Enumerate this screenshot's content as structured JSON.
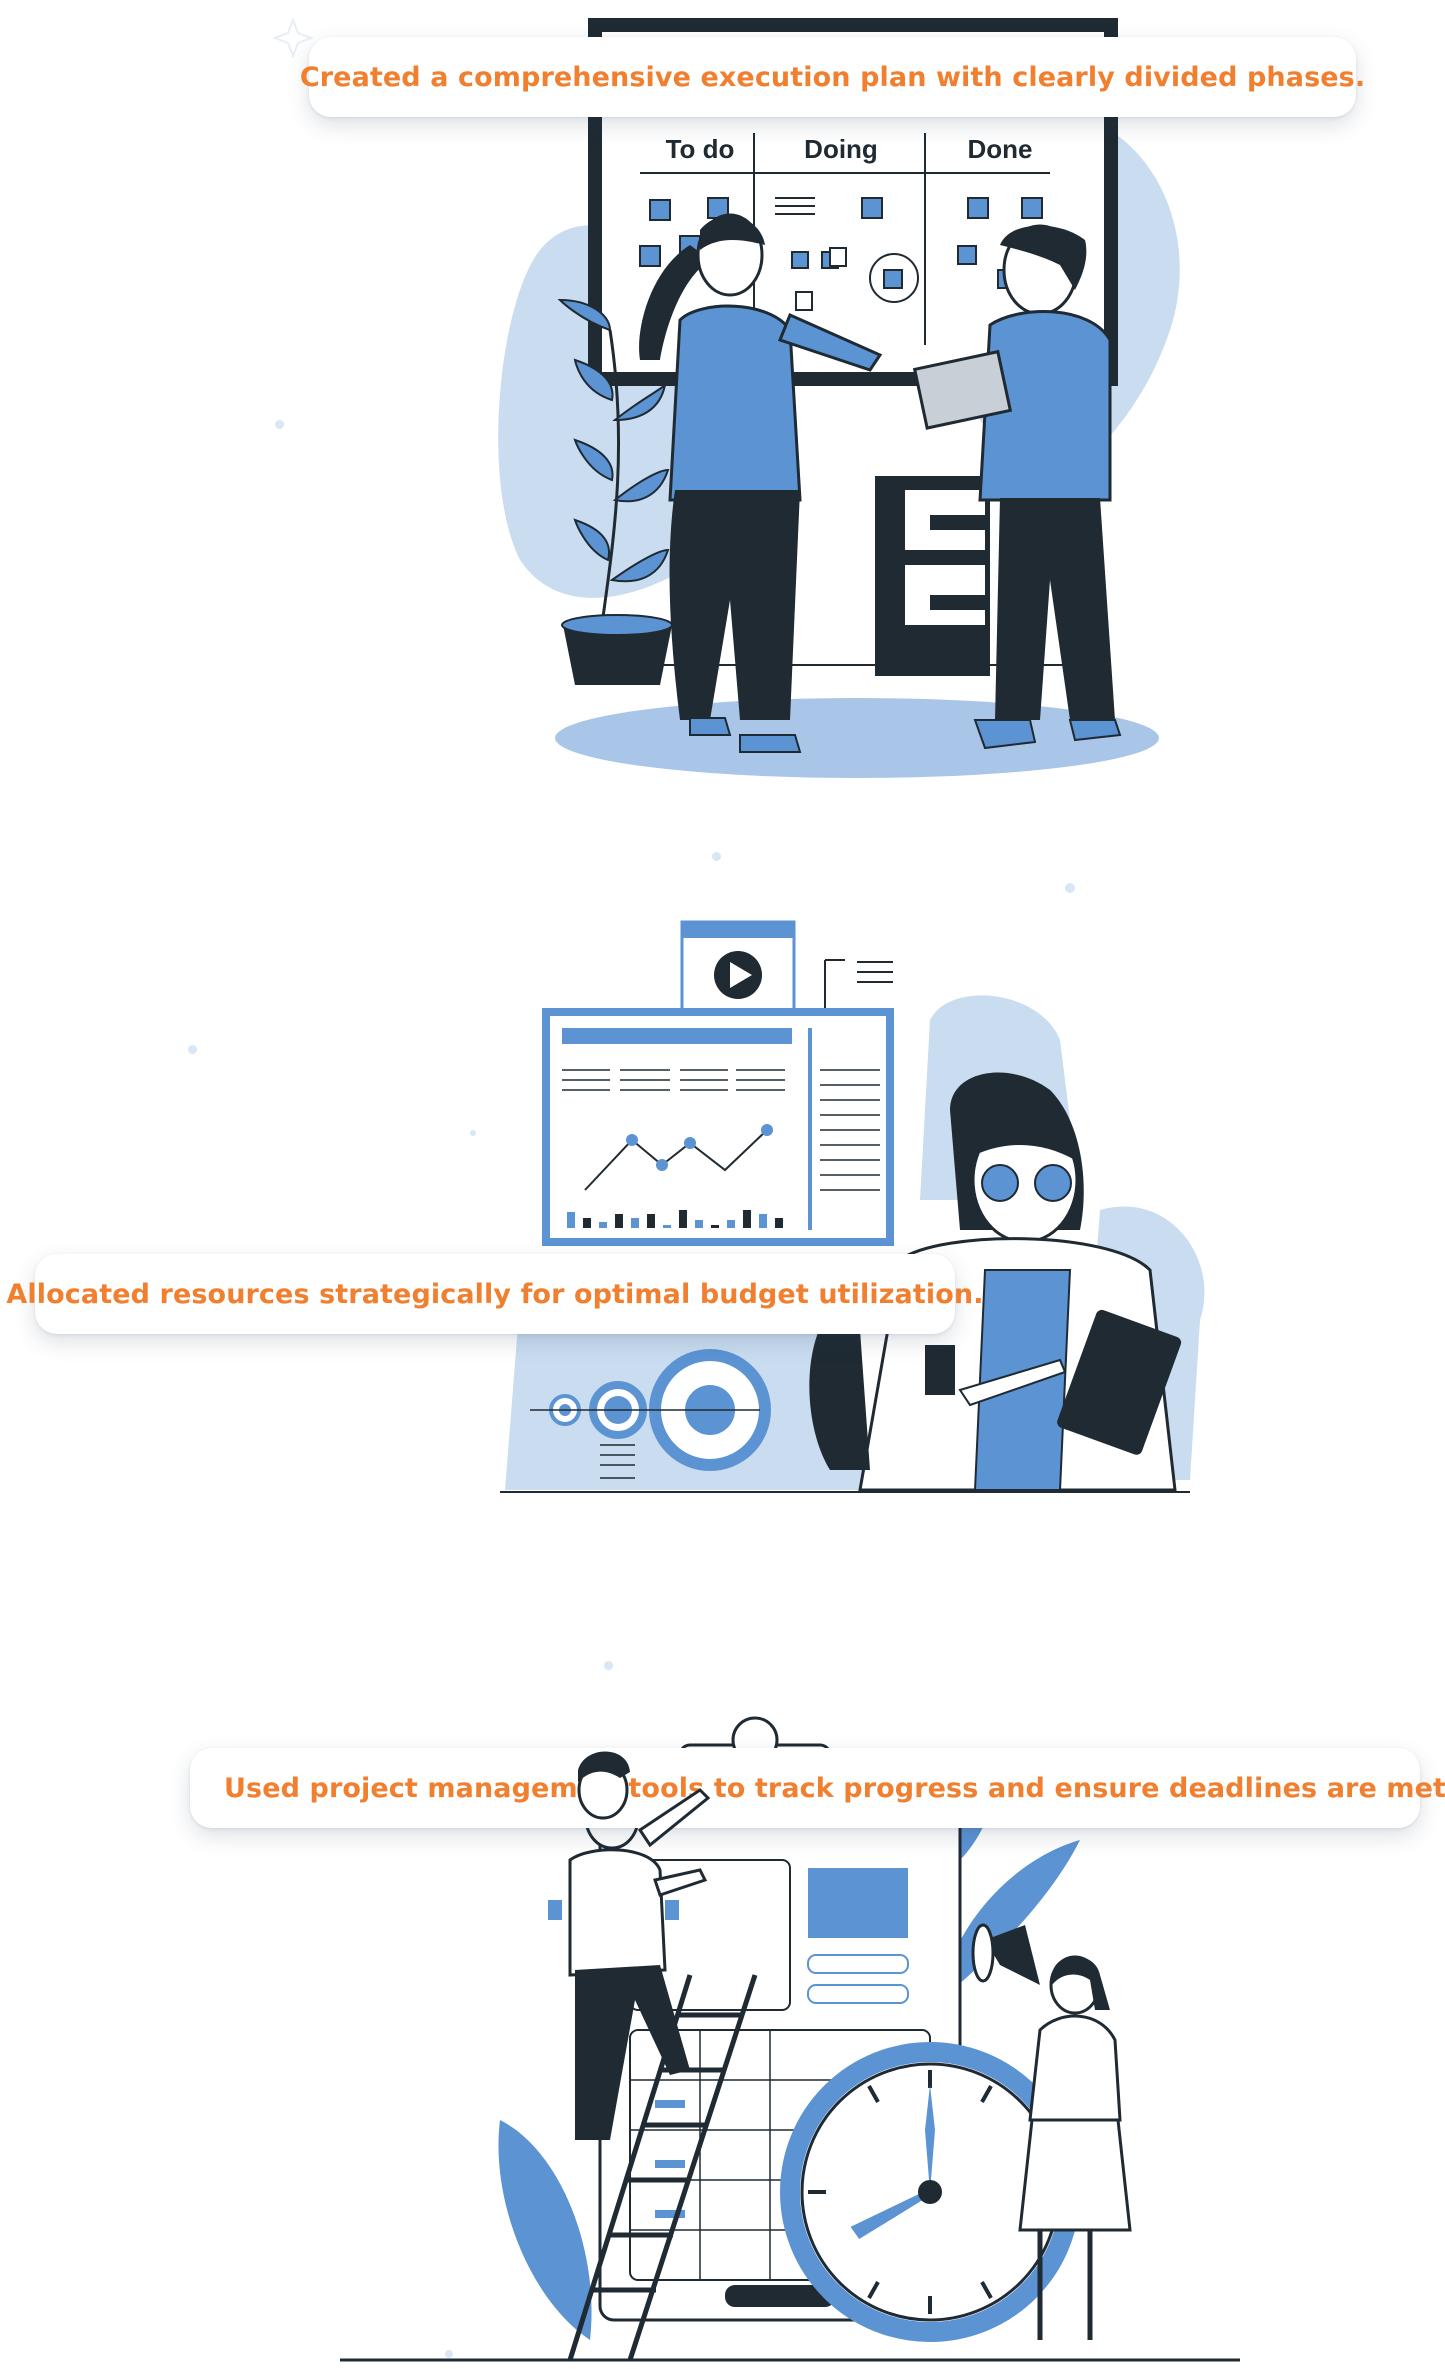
{
  "section1": {
    "callout": "Created a comprehensive execution plan with clearly divided phases.",
    "board_columns": [
      "To do",
      "Doing",
      "Done"
    ]
  },
  "section2": {
    "callout": "Allocated resources strategically for optimal budget utilization."
  },
  "section3": {
    "callout_part1": "Used project management",
    "callout_part2": "tools to track progress and ensure deadlines are met."
  },
  "colors": {
    "accent_orange": "#f07f2f",
    "illustration_blue": "#5b93d3",
    "light_blue": "#c9dcf0",
    "dark_navy": "#1f2a33"
  },
  "icons": [
    "sparkle-icon",
    "play-icon",
    "megaphone-icon",
    "clock-icon",
    "plant-icon",
    "ladder-icon"
  ]
}
